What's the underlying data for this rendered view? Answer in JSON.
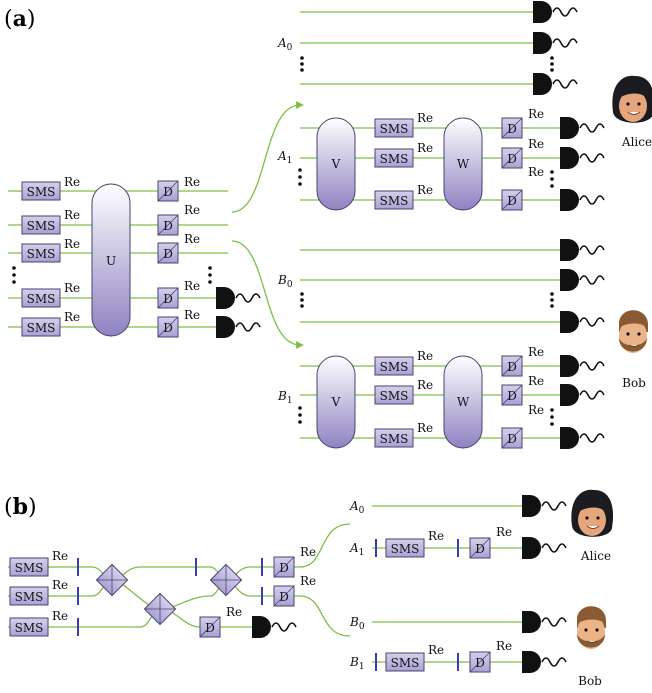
{
  "panels": {
    "a": {
      "open": "(",
      "letter": "a",
      "close": ")"
    },
    "b": {
      "open": "(",
      "letter": "b",
      "close": ")"
    }
  },
  "labels": {
    "sms": "SMS",
    "re": "Re",
    "d": "D",
    "u": "U",
    "v": "V",
    "w": "W",
    "a0_main": "A",
    "a0_sub": "0",
    "a1_main": "A",
    "a1_sub": "1",
    "b0_main": "B",
    "b0_sub": "0",
    "b1_main": "B",
    "b1_sub": "1",
    "alice": "Alice",
    "bob": "Bob"
  },
  "colors": {
    "beam": "#7cbf45",
    "box_fill": "#b9b3db",
    "box_stroke": "#4a4270",
    "detector": "#111111",
    "phase": "#3b3bb3"
  },
  "icons": [
    "detector-icon",
    "alice-avatar",
    "bob-avatar",
    "beam-splitter-icon",
    "phase-shifter-icon"
  ]
}
